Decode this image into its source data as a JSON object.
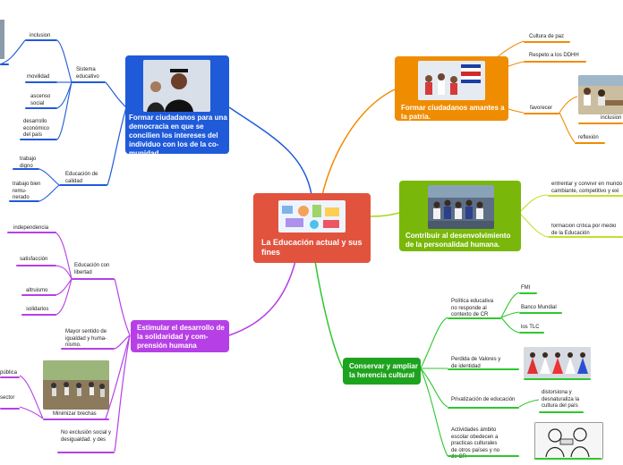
{
  "central": {
    "title": "La Educación actual y sus fines",
    "image_icon": "education-collage-illustration",
    "color": "#e2533e"
  },
  "branches": {
    "democracia": {
      "title": "Formar ciudadanos para una democracia en que se concilien los intereses del individuo con los de la co-munidad.",
      "color": "#1f5bd9",
      "image_icon": "graduation-photo",
      "subtopics": {
        "sistema": {
          "label": "Sistema educativo",
          "items": [
            "inclusion",
            "movilidad",
            "ascenso social",
            "desarrollo económico del país"
          ]
        },
        "calidad": {
          "label": "Educación de calidad",
          "items": [
            "trabajo digno",
            "trabajo bien remu-nerado"
          ]
        }
      }
    },
    "solidaridad": {
      "title": "Estimular el desarrollo de la solidaridad y com-prensión humana",
      "color": "#b640e6",
      "subtopics": {
        "libertad": {
          "label": "Educación con libertad",
          "items": [
            "independencia",
            "satisfacción",
            "altruismo",
            "solidarios"
          ]
        },
        "igualdad": {
          "label": "Mayor sentido de igualdad y huma-nismo."
        },
        "brechas": {
          "label": "Minimizar brechas",
          "items": [
            "pública",
            "sector"
          ]
        },
        "exclusion": {
          "label": "No exclusión social y desigualdad. y des"
        }
      }
    },
    "patria": {
      "title": "Formar ciudadanos amantes a la patria.",
      "color": "#f08c00",
      "image_icon": "school-children-flag-photo",
      "subtopics": {
        "paz": {
          "label": "Cultura de paz"
        },
        "ddhh": {
          "label": "Respeto a los DDHH"
        },
        "favorecer": {
          "label": "favorecer",
          "items": [
            "inclusion"
          ]
        },
        "reflexion": {
          "label": "reflexión"
        }
      }
    },
    "personalidad": {
      "title": "Contribuir al desenvolvimiento de la personalidad humana.",
      "color": "#79b80a",
      "image_icon": "students-group-photo",
      "subtopics": {
        "enfrentar": {
          "label": "enfrentar y convivir en mundo cambiante, competitivo y exi"
        },
        "critica": {
          "label": "formación crítica por medio de la Educación"
        }
      }
    },
    "herencia": {
      "title": "Conservar y ampliar la herencia cultural",
      "color": "#1ea31e",
      "subtopics": {
        "politica": {
          "label": "Política educativa no responde al contexto de CR",
          "items": [
            "FMI",
            "Banco Mundial",
            "los TLC"
          ]
        },
        "valores": {
          "label": "Perdida de Valores y de identidad",
          "image_icon": "dancers-photo"
        },
        "privatizacion": {
          "label": "Privatización de educación",
          "items": [
            "distorsiona y desnaturaliza la cultura del país"
          ]
        },
        "actividades": {
          "label": "Actividades ámbito escolar obedecen a practicas culturales de otros países y no de CR",
          "image_icon": "cartoon-illustration"
        }
      }
    }
  }
}
